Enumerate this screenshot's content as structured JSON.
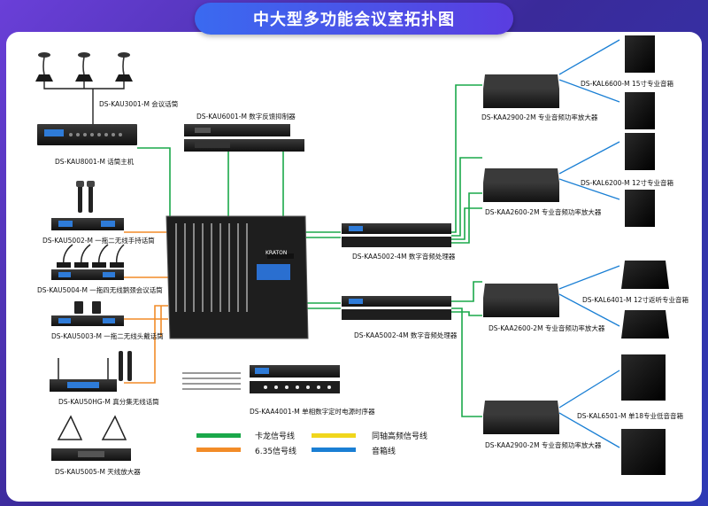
{
  "title": "中大型多功能会议室拓扑图",
  "devices": {
    "conf_mic": "DS-KAU3001-M 会议话筒",
    "conf_host": "DS-KAU8001-M 话筒主机",
    "feedback_suppressor": "DS-KAU6001-M 数字反馈抑制器",
    "wireless_handheld": "DS-KAU5002-M 一拖二无线手持话筒",
    "wireless_gooseneck": "DS-KAU5004-M 一拖四无线鹅颈会议话筒",
    "wireless_lavalier": "DS-KAU5003-M 一拖二无线头戴话筒",
    "uhf_wireless": "DS-KAU50HG-M 真分集无线话筒",
    "antenna_amp": "DS-KAU5005-M 天线放大器",
    "sequencer": "DS-KAA4001-M 单相数字定时电源时序器",
    "processor_1": "DS-KAA5002-4M 数字音频处理器",
    "processor_2": "DS-KAA5002-4M 数字音频处理器",
    "amp_1": "DS-KAA2900-2M 专业音频功率放大器",
    "amp_2": "DS-KAA2600-2M 专业音频功率放大器",
    "amp_3": "DS-KAA2600-2M 专业音频功率放大器",
    "amp_4": "DS-KAA2900-2M 专业音频功率放大器",
    "spk_15": "DS-KAL6600-M 15寸专业音箱",
    "spk_12": "DS-KAL6200-M 12寸专业音箱",
    "spk_coax": "DS-KAL6401-M  12寸返听专业音箱",
    "spk_sub": "DS-KAL6501-M 单18专业低音音箱",
    "mixer_brand": "KRATON"
  },
  "legend": {
    "canon": "卡龙信号线",
    "jack635": "6.35信号线",
    "coax": "同轴高频信号线",
    "speaker": "音箱线"
  },
  "colors": {
    "canon": "#1aa84a",
    "jack635": "#f28c28",
    "coax": "#f0d61c",
    "speaker": "#1a7fd4"
  }
}
